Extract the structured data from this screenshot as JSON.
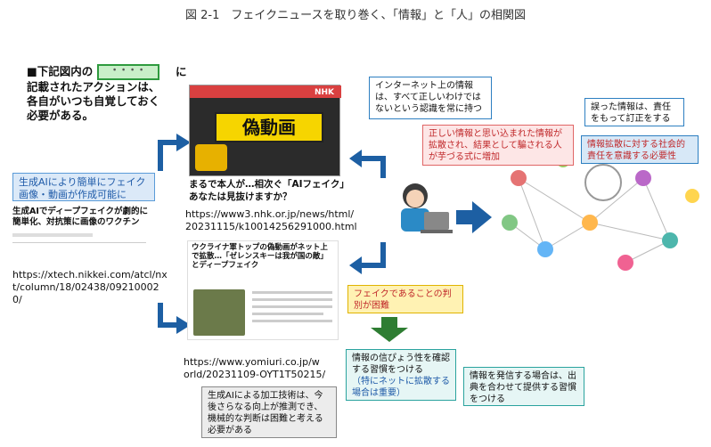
{
  "title": "図 2-1　フェイクニュースを取り巻く、「情報」と「人」の相関図",
  "legend": {
    "prefix": "■下記図内の",
    "box_text": "・・・・",
    "line1_suffix": "に",
    "line2": "記載されたアクションは、",
    "line3": "各自がいつも自覚しておく",
    "line4": "必要がある。"
  },
  "left_callout": "生成AIにより簡単にフェイク画像・動画が作成可能に",
  "left_article": {
    "headline": "生成AIでディープフェイクが劇的に簡単化、対抗策に画像のワクチン",
    "url": "https://xtech.nikkei.com/atcl/nxt/column/18/02438/092100020/"
  },
  "nhk_article": {
    "overlay": "偽動画",
    "caption": "まるで本人が…相次ぐ「AIフェイク」あなたは見抜けますか？",
    "url_line1": "https://www3.nhk.or.jp/news/html/",
    "url_line2": "20231115/k10014256291000.html"
  },
  "yomiuri_article": {
    "headline": "ウクライナ軍トップの偽動画がネット上で拡散…「ゼレンスキーは我が国の敵」とディープフェイク",
    "url_line1": "https://www.yomiuri.co.jp/w",
    "url_line2": "orld/20231109-OYT1T50215/"
  },
  "callouts": {
    "internet": "インターネット上の情報は、すべて正しいわけではないという認識を常に持つ",
    "spread": "正しい情報と思い込まれた情報が拡散され、結果として騙される人が芋づる式に増加",
    "correction": "誤った情報は、責任をもって訂正をする",
    "responsibility": "情報拡散に対する社会的責任を意識する必要性",
    "hard_to_judge": "フェイクであることの判別が困難",
    "habit_main": "情報の信ぴょう性を確認する習慣をつける",
    "habit_note": "（特にネットに拡散する場合は重要）",
    "source": "情報を発信する場合は、出典を合わせて提供する習慣をつける",
    "ai_tech": "生成AIによる加工技術は、今後さらなる向上が推測でき、機械的な判断は困難と考える必要がある"
  },
  "colors": {
    "arrow_blue": "#1d5fa3",
    "arrow_green": "#2e7d32",
    "alert_red": "#c0282a"
  }
}
